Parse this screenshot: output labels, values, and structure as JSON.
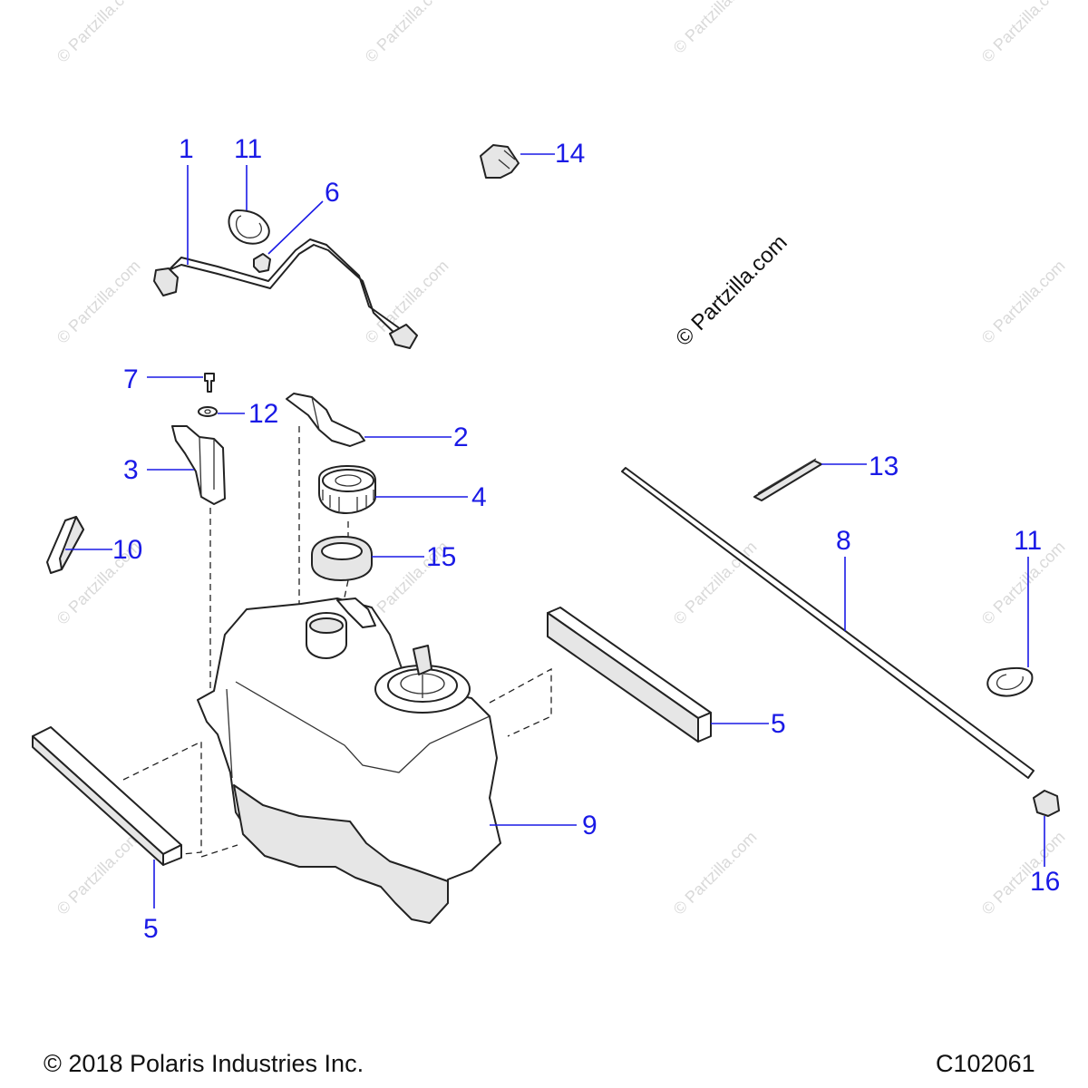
{
  "watermark": "© Partzilla.com",
  "callouts": {
    "c1": "1",
    "c2": "2",
    "c3": "3",
    "c4": "4",
    "c5a": "5",
    "c5b": "5",
    "c6": "6",
    "c7": "7",
    "c8": "8",
    "c9": "9",
    "c10": "10",
    "c11a": "11",
    "c11b": "11",
    "c12": "12",
    "c13": "13",
    "c14": "14",
    "c15": "15",
    "c16": "16"
  },
  "footer": {
    "copyright": "© 2018 Polaris Industries Inc.",
    "diagram_id": "C102061"
  },
  "colors": {
    "callout": "#1a1ae6",
    "line": "#222222",
    "watermark": "#d9d9d9"
  }
}
